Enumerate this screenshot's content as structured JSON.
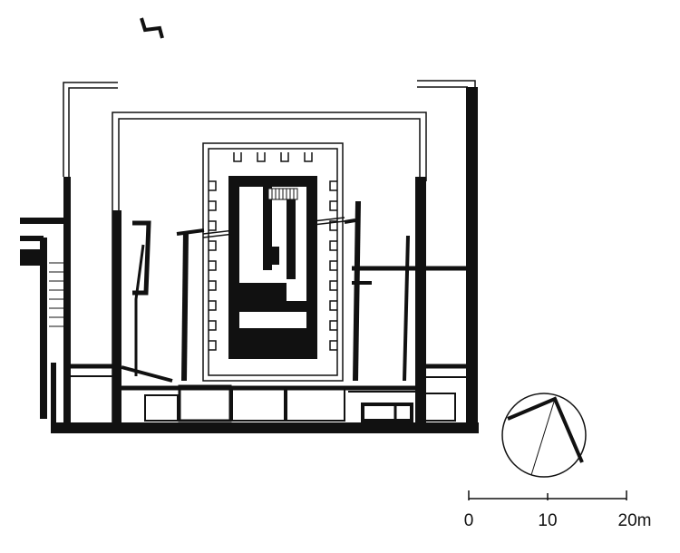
{
  "diagram": {
    "ink_color": "#111111",
    "paper_color": "#ffffff",
    "scale_bar": {
      "labels": [
        "0",
        "10",
        "20m"
      ]
    },
    "north_arrow": "north-arrow-icon"
  }
}
